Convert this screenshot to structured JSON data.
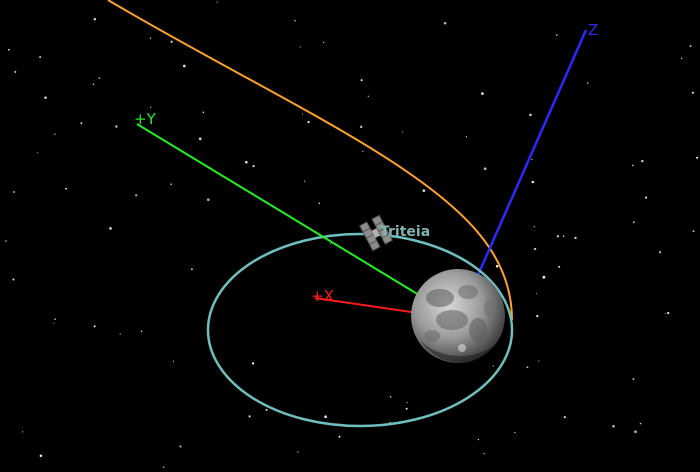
{
  "scene": {
    "background_color": "#000000",
    "axes": {
      "x": {
        "label": "+X",
        "color": "#ff1a1a"
      },
      "y": {
        "label": "+Y",
        "color": "#22ee22"
      },
      "z": {
        "label": "Z",
        "color": "#2a2aff"
      }
    },
    "spacecraft": {
      "label": "Triteia",
      "icon": "satellite-icon",
      "label_color": "#7fb3b0"
    },
    "orbit": {
      "name": "orbit-ellipse",
      "color": "#6fbfbf"
    },
    "trajectory": {
      "name": "approach-trajectory",
      "color": "#ffa32a"
    },
    "body": {
      "name": "moon",
      "icon": "moon-sphere"
    }
  }
}
